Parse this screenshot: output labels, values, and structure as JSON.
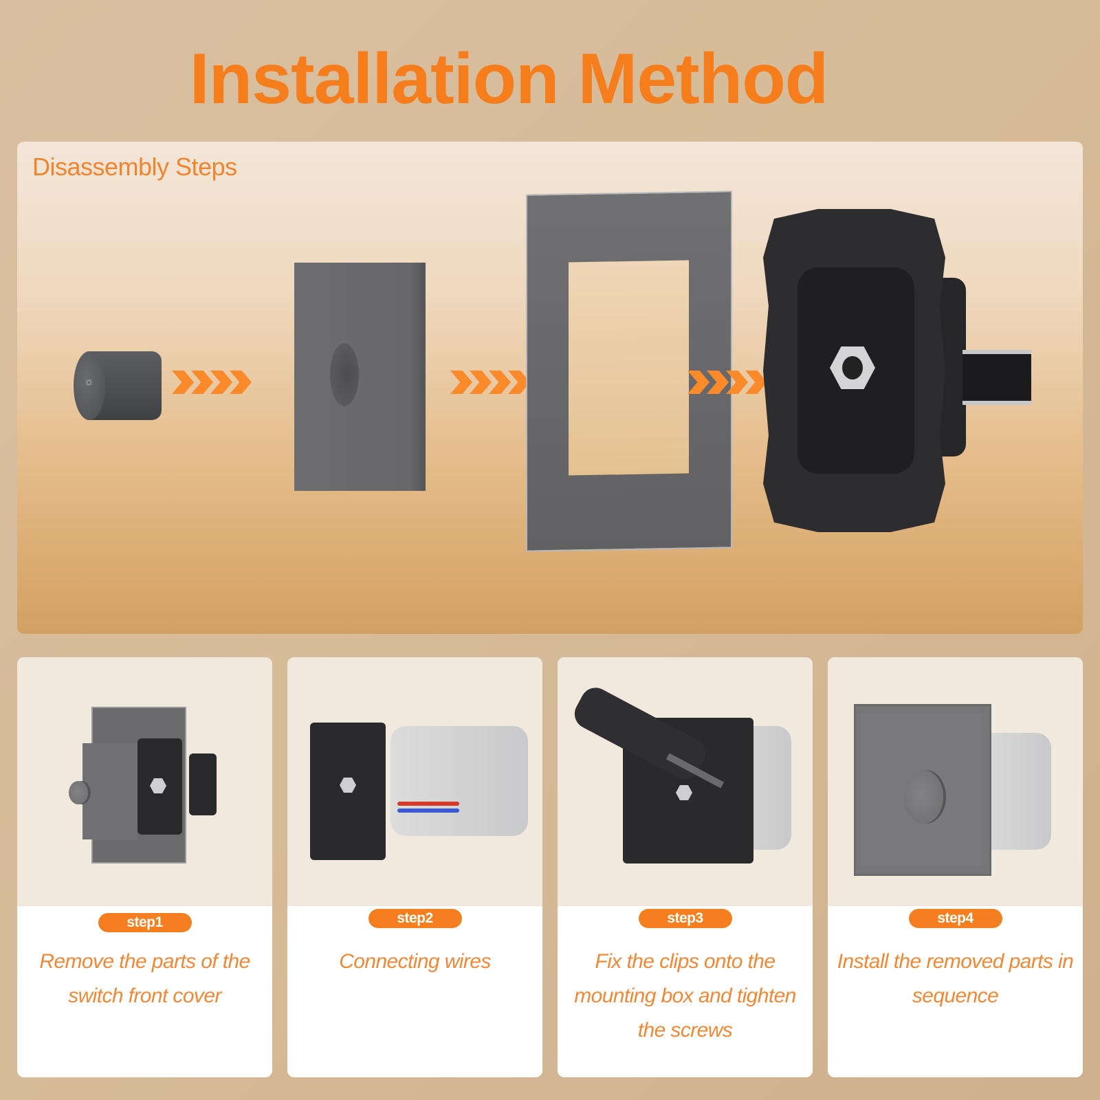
{
  "header": {
    "title": "Installation Method"
  },
  "hero": {
    "label": "Disassembly Steps",
    "parts": [
      "knob",
      "front-cover-plate",
      "frame",
      "switch-mechanism"
    ],
    "knob_glyph": "☼"
  },
  "steps": [
    {
      "badge": "step1",
      "text": "Remove the parts of the switch front cover"
    },
    {
      "badge": "step2",
      "text": "Connecting wires"
    },
    {
      "badge": "step3",
      "text": "Fix the clips onto the mounting box and tighten the screws"
    },
    {
      "badge": "step4",
      "text": "Install the removed parts in sequence"
    }
  ],
  "colors": {
    "accent": "#f67d1c",
    "badge": "#f57f1f",
    "body_text": "#ef8837",
    "background": "#d6bb98",
    "card_image_bg": "#f1e8de"
  }
}
